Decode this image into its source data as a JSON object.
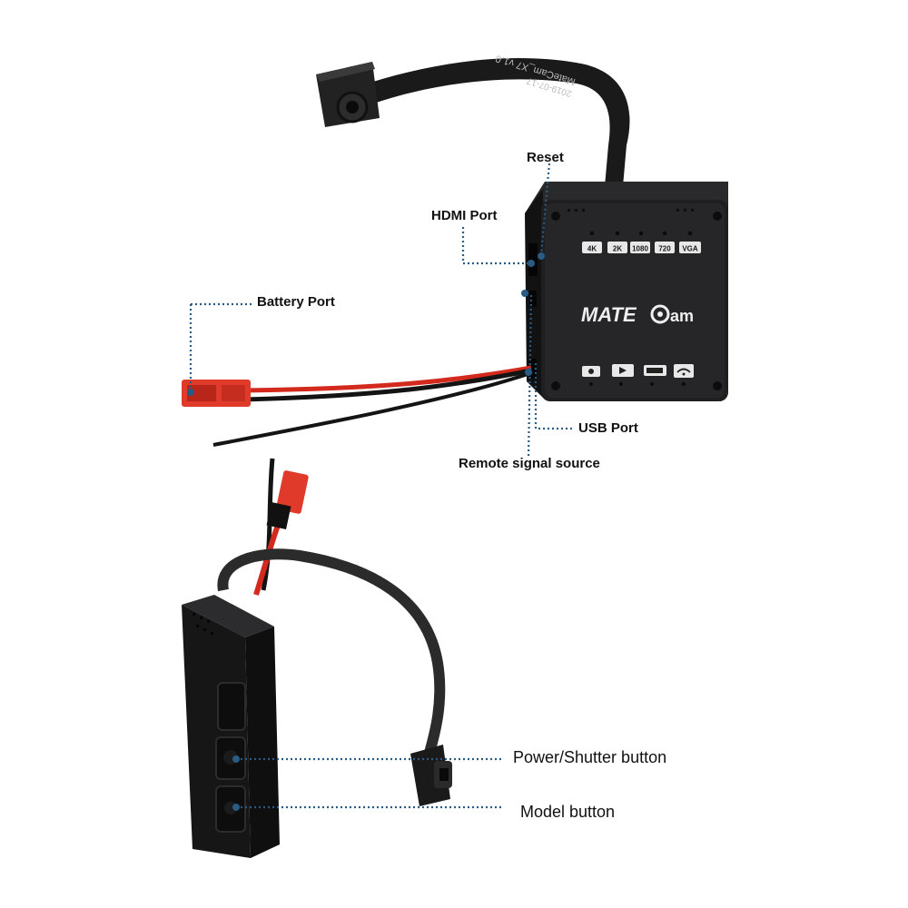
{
  "colors": {
    "device_body": "#1c1c1e",
    "device_face": "#2a2a2d",
    "leader_dots": "#2a5b84",
    "wire_red": "#d42a1e",
    "wire_black": "#141414",
    "connector_red": "#e03a2a",
    "label_text": "#111111",
    "face_label_text": "#e8e8e8"
  },
  "callouts": {
    "reset": "Reset",
    "hdmi_port": "HDMI Port",
    "battery_port": "Battery Port",
    "usb_port": "USB Port",
    "remote_signal_source": "Remote signal source",
    "power_shutter_button": "Power/Shutter button",
    "model_button": "Model button"
  },
  "device": {
    "brand": "MATE",
    "brand_suffix": "am",
    "ribbon_print": "MateCam_X7 v1.0",
    "ribbon_date": "2019-07-17",
    "resolution_labels": [
      "4K",
      "2K",
      "1080",
      "720",
      "VGA"
    ],
    "bottom_indicators": [
      "camera-icon",
      "video-icon",
      "battery-icon",
      "wifi-icon"
    ]
  }
}
